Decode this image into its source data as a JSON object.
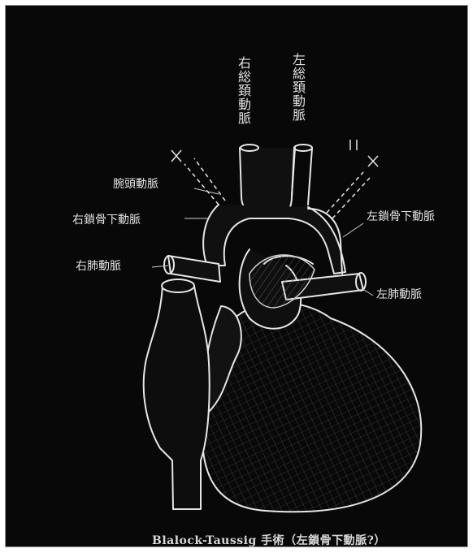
{
  "labels": {
    "right_common_carotid": "右総頚動脈",
    "left_common_carotid": "左総頚動脈",
    "brachiocephalic": "腕頭動脈",
    "right_subclavian": "右鎖骨下動脈",
    "right_pulmonary": "右肺動脈",
    "left_subclavian": "左鎖骨下動脈",
    "left_pulmonary": "左肺動脈"
  },
  "caption": "Blalock-Taussig 手術（左鎖骨下動脈?）",
  "colors": {
    "background": "#080808",
    "line": "#e6e6e6"
  }
}
